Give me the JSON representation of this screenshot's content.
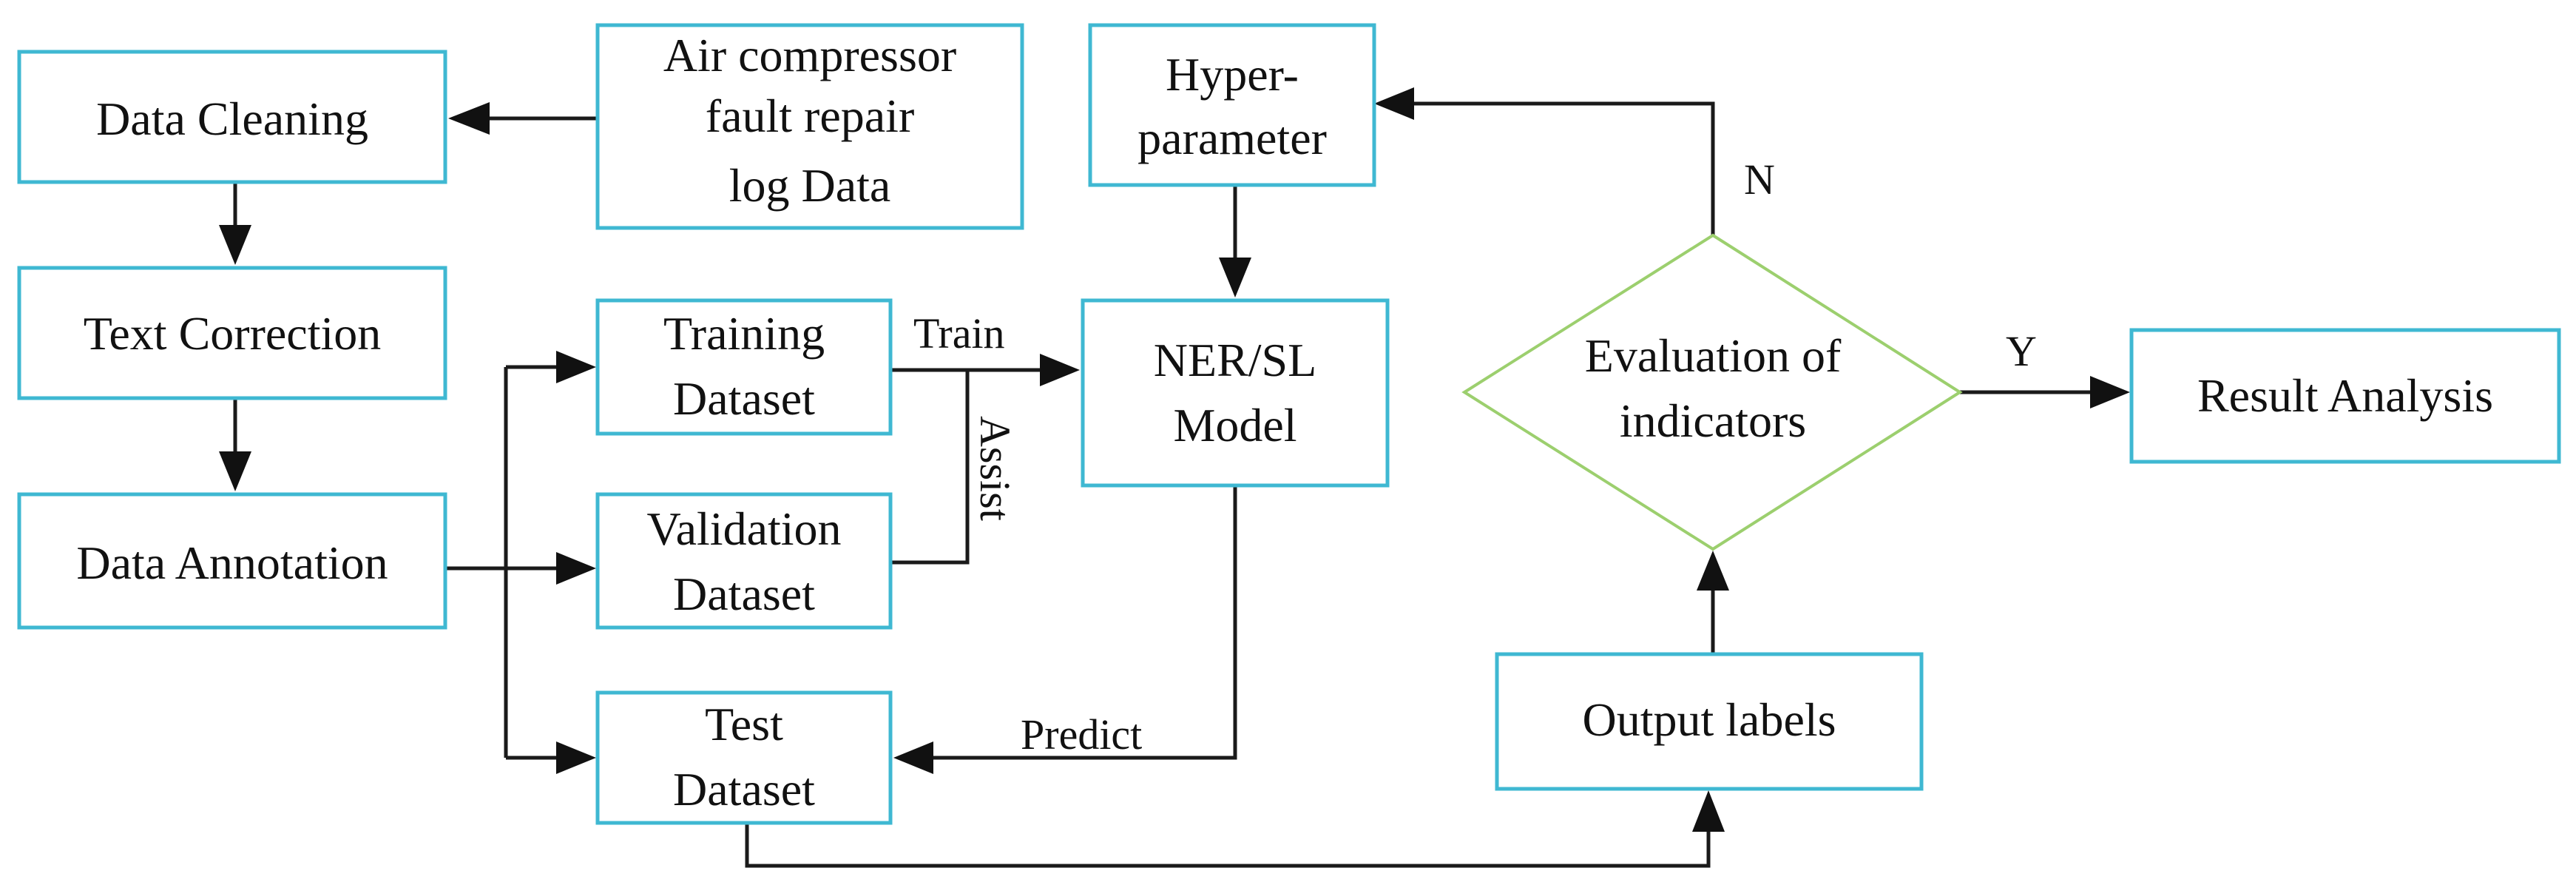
{
  "nodes": {
    "air_compressor_log": {
      "lines": [
        "Air compressor",
        "fault repair",
        "log Data"
      ]
    },
    "data_cleaning": {
      "lines": [
        "Data Cleaning"
      ]
    },
    "text_correction": {
      "lines": [
        "Text Correction"
      ]
    },
    "data_annotation": {
      "lines": [
        "Data Annotation"
      ]
    },
    "training_dataset": {
      "lines": [
        "Training",
        "Dataset"
      ]
    },
    "validation_dataset": {
      "lines": [
        "Validation",
        "Dataset"
      ]
    },
    "test_dataset": {
      "lines": [
        "Test",
        "Dataset"
      ]
    },
    "hyper_parameter": {
      "lines": [
        "Hyper-",
        "parameter"
      ]
    },
    "ner_sl_model": {
      "lines": [
        "NER/SL",
        "Model"
      ]
    },
    "evaluation": {
      "lines": [
        "Evaluation of",
        "indicators"
      ]
    },
    "output_labels": {
      "lines": [
        "Output labels"
      ]
    },
    "result_analysis": {
      "lines": [
        "Result Analysis"
      ]
    }
  },
  "edge_labels": {
    "train": "Train",
    "assist": "Assist",
    "predict": "Predict",
    "yes": "Y",
    "no": "N"
  },
  "colors": {
    "box_border": "#3fb8d2",
    "decision_border": "#9ccf6e",
    "connector": "#1a1a1a"
  }
}
